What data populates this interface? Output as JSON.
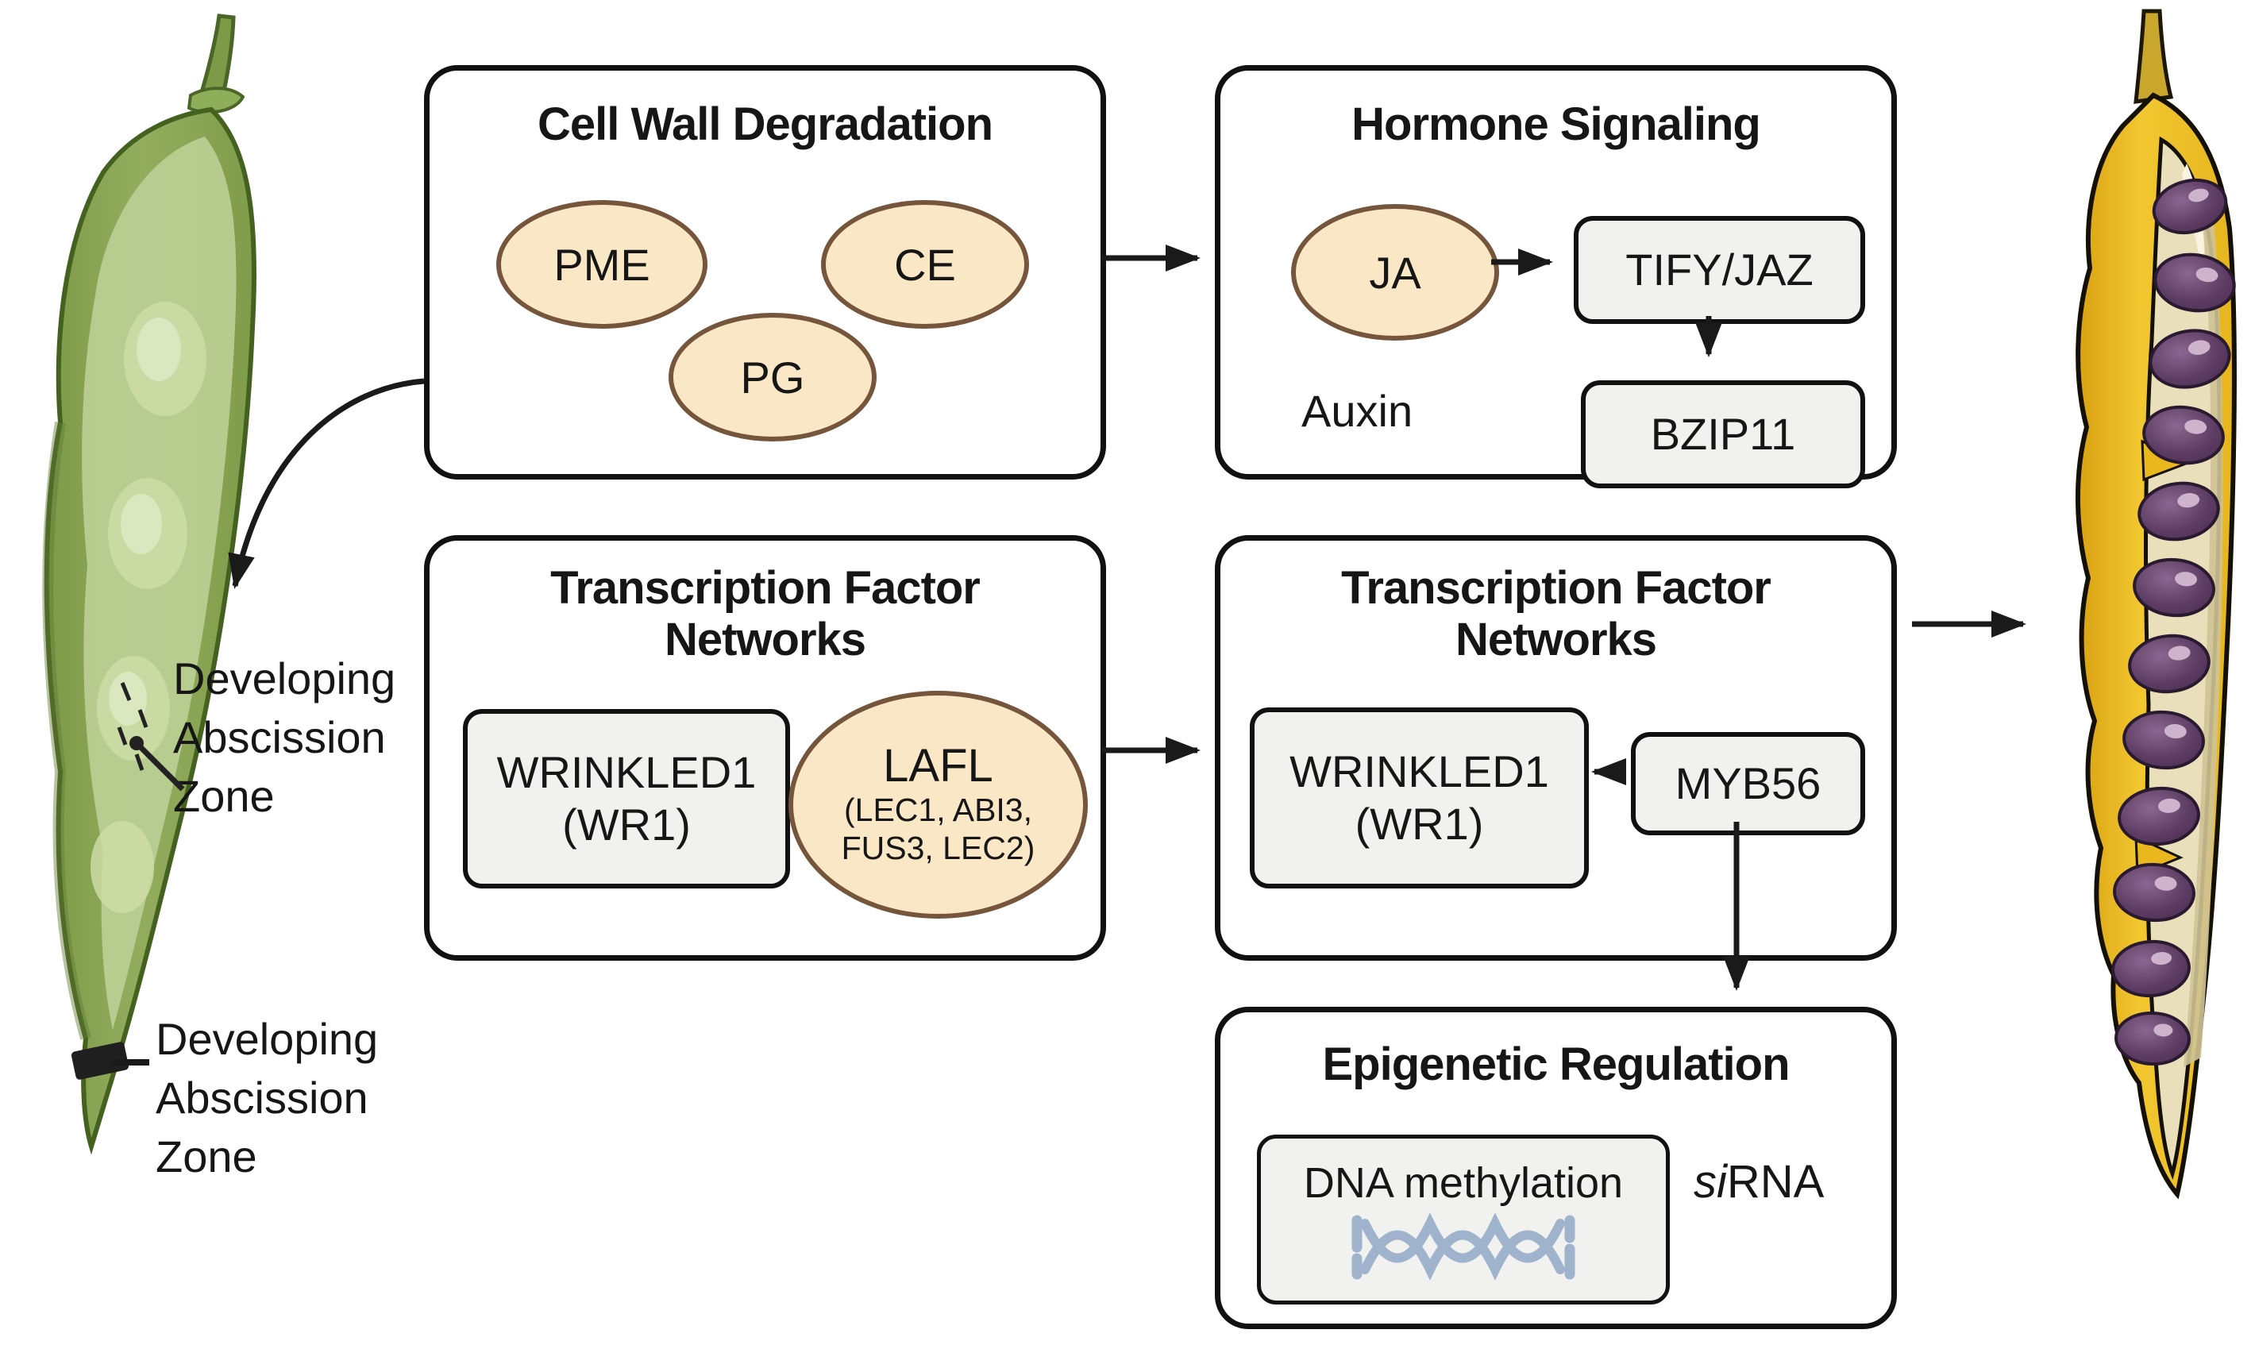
{
  "diagram": {
    "left_pod": {
      "abscission_label_upper": [
        "Developing",
        "Abscission",
        "Zone"
      ],
      "abscission_label_lower": [
        "Developing",
        "Abscission",
        "Zone"
      ]
    },
    "cell_wall_box": {
      "title": "Cell Wall Degradation",
      "enzymes": [
        "PME",
        "CE",
        "PG"
      ]
    },
    "hormone_box": {
      "title": "Hormone Signaling",
      "ja_label": "JA",
      "tify_label": "TIFY/JAZ",
      "bzip_label": "BZIP11",
      "auxin_label": "Auxin"
    },
    "tf_left_box": {
      "title_line1": "Transcription Factor",
      "title_line2": "Networks",
      "wrinkled_line1": "WRINKLED1",
      "wrinkled_line2": "(WR1)",
      "lafl_label": "LAFL",
      "lafl_sub": [
        "(LEC1, ABI3,",
        "FUS3, LEC2)"
      ]
    },
    "tf_right_box": {
      "title_line1": "Transcription Factor",
      "title_line2": "Networks",
      "wrinkled_line1": "WRINKLED1",
      "wrinkled_line2": "(WR1)",
      "myb_label": "MYB56"
    },
    "epigenetic_box": {
      "title": "Epigenetic Regulation",
      "dna_methylation_label": "DNA methylation",
      "sirna_prefix": "si",
      "sirna_suffix": "RNA"
    },
    "palette": {
      "node_fill": "#FAE7C6",
      "node_border": "#75553C",
      "gray_box_fill": "#F1F1EF",
      "outline_black": "#111111",
      "dna_icon_blue": "#9FB4CC",
      "pod_green": "#86A24F",
      "pod_green_light": "#B9CD92",
      "pod_yellow": "#F2C72E",
      "pod_interior_cream": "#E9E0BB",
      "seed_purple": "#5D3C63"
    }
  }
}
